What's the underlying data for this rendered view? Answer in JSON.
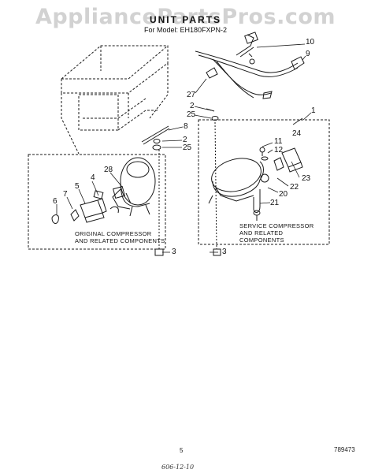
{
  "watermark": "AppliancePartsPros.com",
  "diagram": {
    "title": "UNIT PARTS",
    "model": "For Model: EH180FXPN-2"
  },
  "callouts": [
    "1",
    "2",
    "2",
    "3",
    "3",
    "4",
    "5",
    "6",
    "7",
    "8",
    "9",
    "10",
    "11",
    "12",
    "20",
    "21",
    "22",
    "23",
    "24",
    "25",
    "25",
    "27",
    "28"
  ],
  "captions": {
    "original": [
      "ORIGINAL COMPRESSOR",
      "AND RELATED COMPONENTS"
    ],
    "service": [
      "SERVICE COMPRESSOR",
      "AND RELATED",
      "COMPONENTS"
    ]
  },
  "footer": {
    "page": "5",
    "code": "789473",
    "handwritten": "606-12-10"
  }
}
